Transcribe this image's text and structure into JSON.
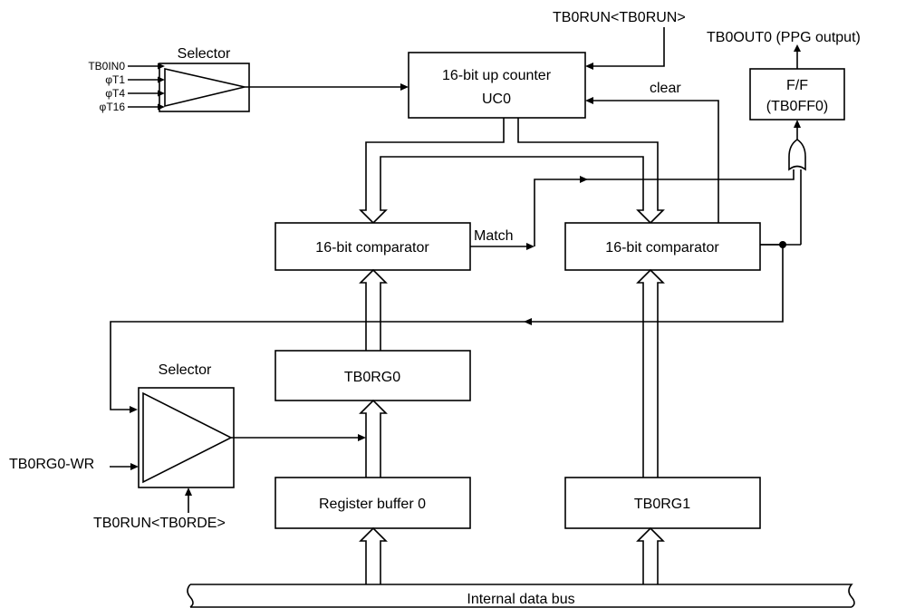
{
  "selector_top": {
    "title": "Selector",
    "inputs": [
      "TB0IN0",
      "φT1",
      "φT4",
      "φT16"
    ]
  },
  "counter": {
    "line1": "16-bit up counter",
    "line2": "UC0"
  },
  "clear_label": "clear",
  "ctrl_run": "TB0RUN<TB0RUN>",
  "output_label": "TB0OUT0 (PPG output)",
  "flipflop": {
    "line1": "F/F",
    "line2": "(TB0FF0)"
  },
  "comparator0": "16-bit comparator",
  "comparator1": "16-bit comparator",
  "match_label": "Match",
  "tb0rg0": "TB0RG0",
  "tb0rg1": "TB0RG1",
  "regbuf0": "Register buffer 0",
  "selector_bottom": {
    "title": "Selector",
    "input": "TB0RG0-WR",
    "ctrl": "TB0RUN<TB0RDE>"
  },
  "bus_label": "Internal data bus"
}
